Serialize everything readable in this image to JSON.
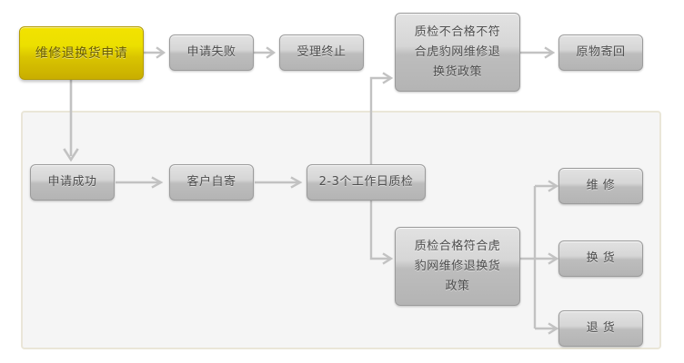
{
  "diagram": {
    "title_node": "维修退换货申请",
    "panel_label": "",
    "nodes": {
      "start": "维修退换货申请",
      "apply_fail": "申请失败",
      "case_closed": "受理终止",
      "qc_fail": "质检不合格不符合虎豹网维修退换货政策",
      "return_original": "原物寄回",
      "apply_success": "申请成功",
      "customer_ship": "客户自寄",
      "qc_days": "2-3个工作日质检",
      "qc_pass": "质检合格符合虎豹网维修退换货政策",
      "repair": "维 修",
      "exchange": "换 货",
      "refund": "退 货"
    },
    "node_lines": {
      "qc_fail": [
        "质检不合格不符",
        "合虎豹网维修退",
        "换货政策"
      ],
      "qc_pass": [
        "质检合格符合虎",
        "豹网维修退换货",
        "政策"
      ]
    },
    "colors": {
      "start_fill_top": "#f2e200",
      "start_fill_bottom": "#c9ae00",
      "start_border": "#b39b00",
      "node_fill_top": "#e2e2e2",
      "node_fill_bottom": "#b4b4b4",
      "node_border": "#9b9b9b",
      "text": "#4d4d4d",
      "panel_bg": "#f5f5f5",
      "panel_border": "#eae6d8",
      "arrow": "#c2c2c2",
      "canvas_bg": "#ffffff"
    },
    "arrows": [
      {
        "name": "start-to-apply-fail",
        "from": "start",
        "to": "apply_fail",
        "direction": "right"
      },
      {
        "name": "apply-fail-to-case-closed",
        "from": "apply_fail",
        "to": "case_closed",
        "direction": "right"
      },
      {
        "name": "qc-fail-to-return-original",
        "from": "qc_fail",
        "to": "return_original",
        "direction": "right"
      },
      {
        "name": "start-to-apply-success",
        "from": "start",
        "to": "apply_success",
        "direction": "down"
      },
      {
        "name": "apply-success-to-customer-ship",
        "from": "apply_success",
        "to": "customer_ship",
        "direction": "right"
      },
      {
        "name": "customer-ship-to-qc-days",
        "from": "customer_ship",
        "to": "qc_days",
        "direction": "right"
      },
      {
        "name": "qc-days-to-qc-fail",
        "from": "qc_days",
        "to": "qc_fail",
        "direction": "up-right"
      },
      {
        "name": "qc-days-to-qc-pass",
        "from": "qc_days",
        "to": "qc_pass",
        "direction": "down-right"
      },
      {
        "name": "qc-pass-to-repair",
        "from": "qc_pass",
        "to": "repair",
        "direction": "right-up"
      },
      {
        "name": "qc-pass-to-exchange",
        "from": "qc_pass",
        "to": "exchange",
        "direction": "right"
      },
      {
        "name": "qc-pass-to-refund",
        "from": "qc_pass",
        "to": "refund",
        "direction": "right-down"
      }
    ]
  }
}
